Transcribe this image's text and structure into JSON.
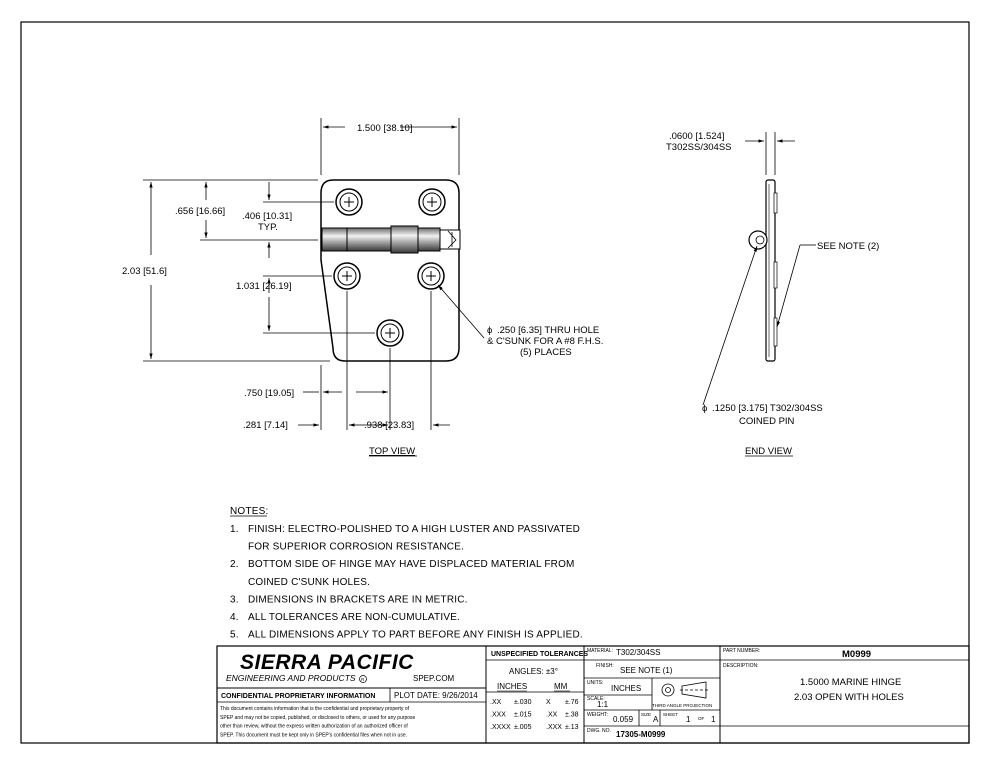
{
  "views": {
    "top_view_label": "TOP VIEW",
    "end_view_label": "END VIEW"
  },
  "dimensions": {
    "width": "1.500 [38.10]",
    "top_hole": ".656 [16.66]",
    "hole_to_pin": ".406 [10.31]",
    "hole_to_pin_note": "TYP.",
    "overall_height": "2.03 [51.6]",
    "hole_spacing_v": "1.031 [26.19]",
    "hole_offset_750": ".750 [19.05]",
    "hole_offset_281": ".281 [7.14]",
    "hole_spacing_938": ".938 [23.83]",
    "thickness": ".0600 [1.524]",
    "thickness_material": "T302SS/304SS"
  },
  "callouts": {
    "hole_line1": ".250 [6.35]  THRU HOLE",
    "hole_line2": "& C'SUNK FOR A #8 F.H.S.",
    "hole_line3": "(5) PLACES",
    "see_note": "SEE NOTE (2)",
    "pin_line1": ".1250 [3.175]  T302/304SS",
    "pin_line2": "COINED PIN",
    "diameter_symbol": "ϕ"
  },
  "notes": {
    "title": "NOTES:",
    "lines": [
      {
        "num": "1.",
        "text": "FINISH: ELECTRO-POLISHED TO A HIGH LUSTER AND PASSIVATED"
      },
      {
        "num": "",
        "text": "FOR SUPERIOR CORROSION RESISTANCE."
      },
      {
        "num": "2.",
        "text": "BOTTOM SIDE OF HINGE MAY HAVE DISPLACED MATERIAL FROM"
      },
      {
        "num": "",
        "text": "COINED C'SUNK HOLES."
      },
      {
        "num": "3.",
        "text": "DIMENSIONS IN BRACKETS ARE IN METRIC."
      },
      {
        "num": "4.",
        "text": "ALL TOLERANCES ARE NON-CUMULATIVE."
      },
      {
        "num": "5.",
        "text": "ALL DIMENSIONS APPLY TO PART BEFORE ANY FINISH IS APPLIED."
      }
    ]
  },
  "title_block": {
    "company": "SIERRA PACIFIC",
    "company_sub": "ENGINEERING AND PRODUCTS",
    "registered": "R",
    "website": "SPEP.COM",
    "confidential_label": "CONFIDENTIAL PROPRIETARY INFORMATION",
    "plot_date": "PLOT DATE:  9/26/2014",
    "disclaimer": [
      "This document contains information that is the confidential and proprietary property of",
      "SPEP and may not be copied, published, or disclosed to others, or used for any purpose",
      "other than review, without the express written authorization of an authorized officer of",
      "SPEP. This document must be kept only in SPEP's confidential files when not in use."
    ],
    "tolerances_title": "UNSPECIFIED TOLERANCES",
    "angles": "ANGLES:  ±3°",
    "inches_header": "INCHES",
    "mm_header": "MM",
    "tolerance_rows": [
      {
        "in_fmt": ".XX",
        "in_val": "±.030",
        "mm_fmt": "X",
        "mm_val": "±.76"
      },
      {
        "in_fmt": ".XXX",
        "in_val": "±.015",
        "mm_fmt": ".XX",
        "mm_val": "±.38"
      },
      {
        "in_fmt": ".XXXX",
        "in_val": "±.005",
        "mm_fmt": ".XXX",
        "mm_val": "±.13"
      }
    ],
    "material_label": "MATERIAL:",
    "material": "T302/304SS",
    "finish_label": "FINISH:",
    "finish": "SEE NOTE (1)",
    "units_label": "UNITS:",
    "units": "INCHES",
    "scale_label": "SCALE:",
    "scale": "1:1",
    "projection_label": "THIRD ANGLE PROJECTION",
    "weight_label": "WEIGHT:",
    "weight": "0.059",
    "size_label": "SIZE",
    "size": "A",
    "sheet_label": "SHEET",
    "sheet": "1",
    "of_label": "OF",
    "sheet_total": "1",
    "dwg_label": "DWG. NO.",
    "dwg_no": "17305-M0999",
    "part_number_label": "PART NUMBER:",
    "part_number": "M0999",
    "description_label": "DESCRIPTION:",
    "description_line1": "1.5000 MARINE HINGE",
    "description_line2": "2.03 OPEN WITH HOLES"
  }
}
